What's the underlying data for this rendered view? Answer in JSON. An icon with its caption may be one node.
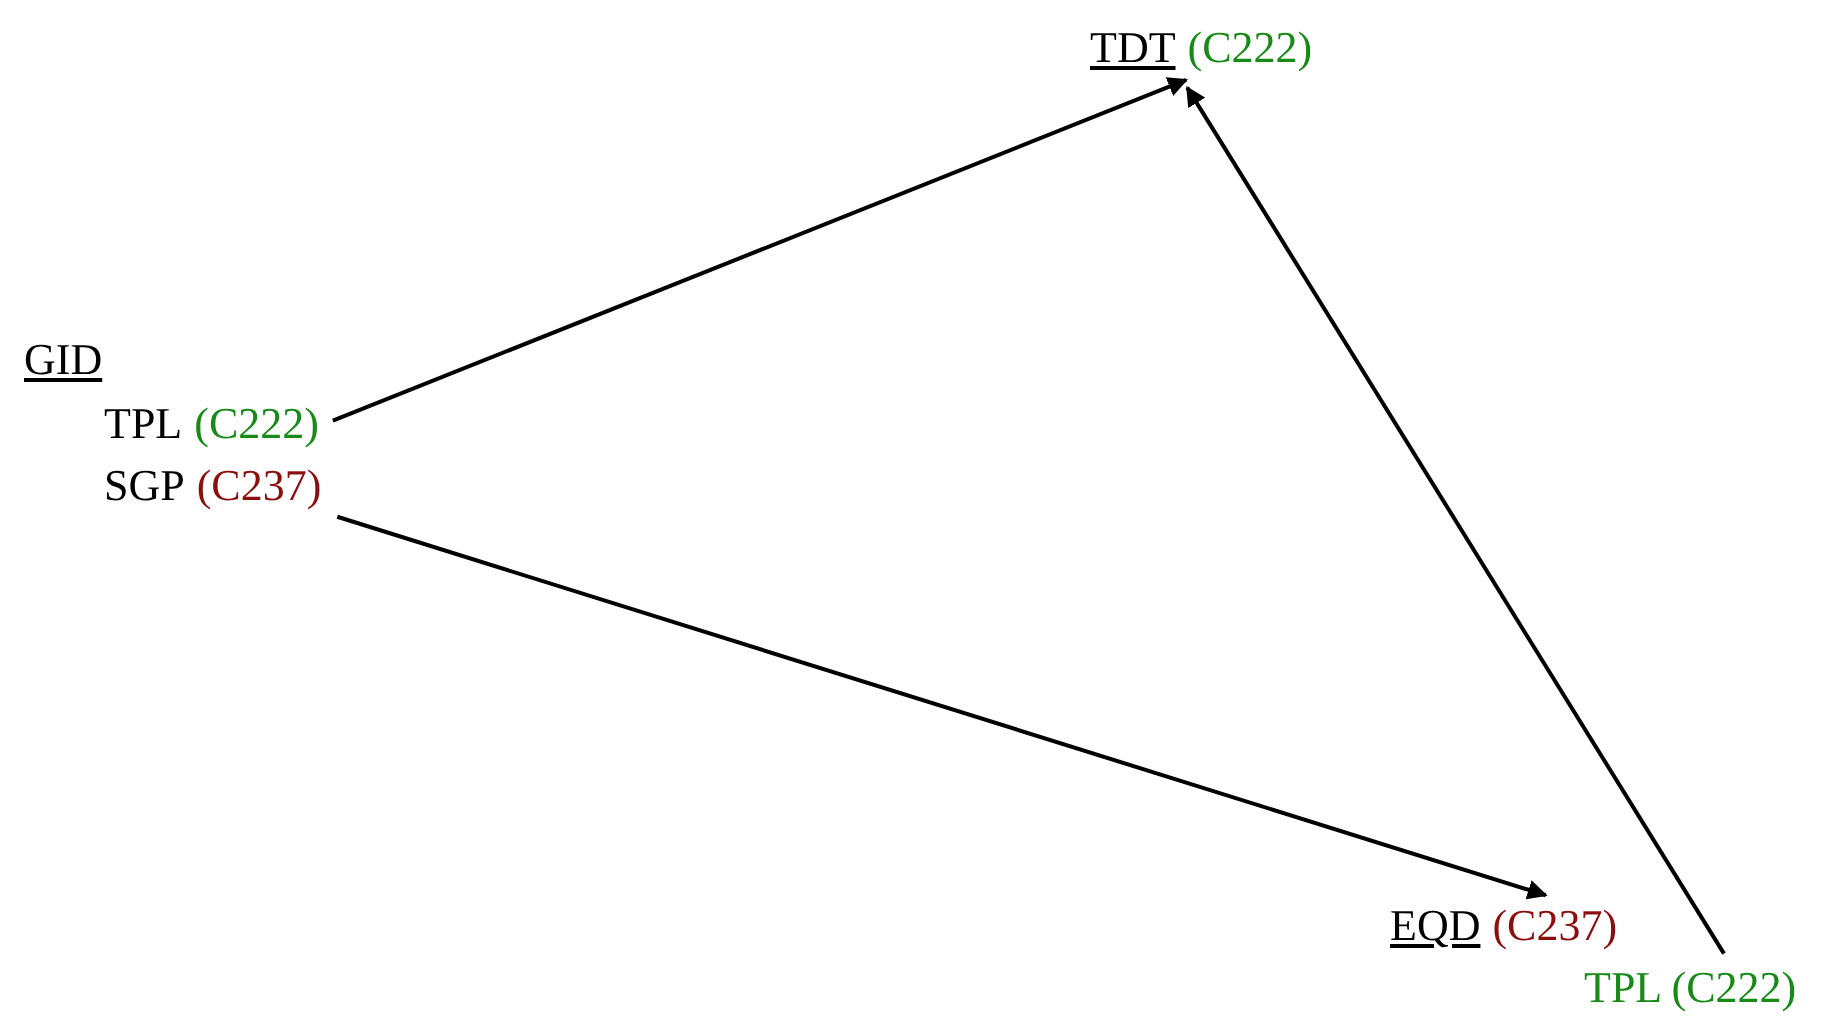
{
  "diagram": {
    "nodes": [
      {
        "text": [
          "GID"
        ]
      },
      {
        "text": [
          "TPL",
          "(C222)"
        ]
      },
      {
        "text": [
          "SGP",
          "(C237)"
        ]
      },
      {
        "text": [
          "TDT",
          "(C222)"
        ]
      },
      {
        "text": [
          "EQD",
          "(C237)"
        ]
      },
      {
        "text": [
          "TPL (C222)"
        ]
      }
    ],
    "edges": [
      {
        "from": 1,
        "to": 3,
        "arrow": "to"
      },
      {
        "from": 2,
        "to": 4,
        "arrow": "to"
      },
      {
        "from": 5,
        "to": 3,
        "arrow": "to"
      }
    ]
  }
}
